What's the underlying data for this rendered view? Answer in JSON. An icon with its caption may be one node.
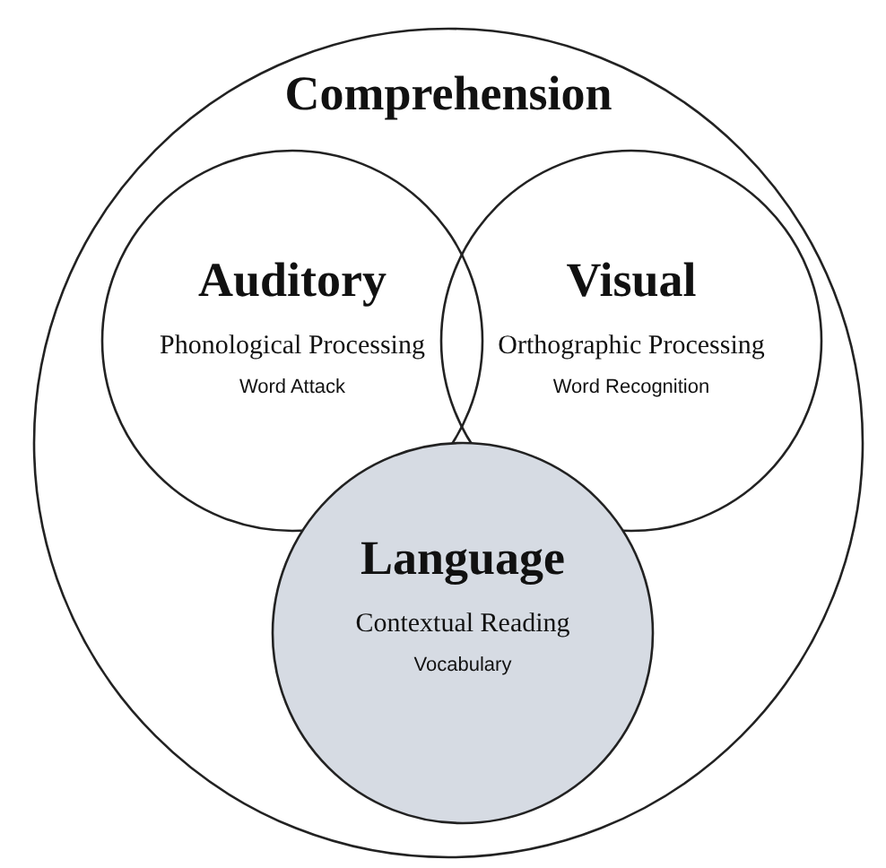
{
  "diagram": {
    "nodes": [
      {
        "text": [
          "Comprehension"
        ]
      },
      {
        "text": [
          "Auditory",
          "Phonological Processing",
          "Word Attack"
        ],
        "in": 0
      },
      {
        "text": [
          "Visual",
          "Orthographic Processing",
          "Word Recognition"
        ],
        "in": 0
      },
      {
        "text": [
          "Language",
          "Contextual Reading",
          "Vocabulary"
        ],
        "in": 0
      }
    ]
  }
}
